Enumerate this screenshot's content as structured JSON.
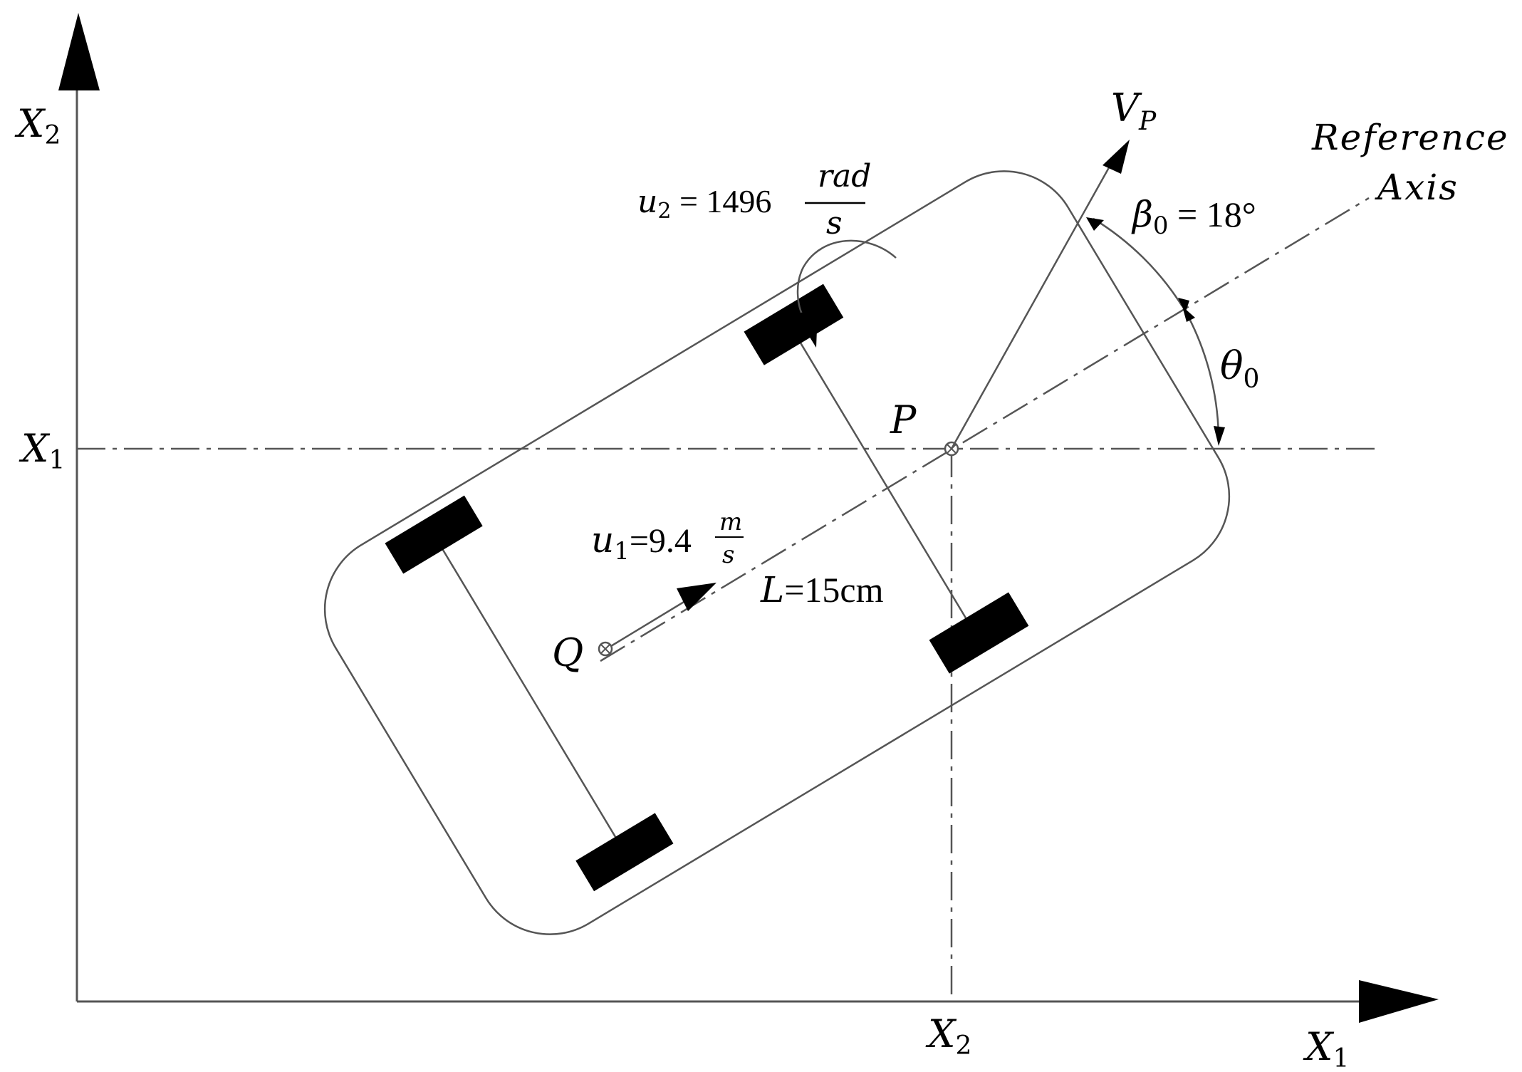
{
  "axes": {
    "vertical_label": {
      "base": "X",
      "sub": "2"
    },
    "horizontal_label": {
      "base": "X",
      "sub": "1"
    },
    "ref_x1_label": {
      "base": "X",
      "sub": "1"
    },
    "ref_x2_label": {
      "base": "X",
      "sub": "2"
    }
  },
  "points": {
    "p_label": "P",
    "q_label": "Q"
  },
  "velocity": {
    "base": "V",
    "sub": "P"
  },
  "reference_axis": {
    "line1": "Reference",
    "line2": "Axis"
  },
  "angles": {
    "beta": {
      "base": "β",
      "sub": "0",
      "rest": " = 18°"
    },
    "theta": {
      "base": "θ",
      "sub": "0"
    }
  },
  "inputs": {
    "u1": {
      "base": "u",
      "sub": "1",
      "eq": "=9.4",
      "frac_num": "m",
      "frac_den": "s"
    },
    "u2": {
      "base": "u",
      "sub": "2",
      "eq": " = 1496",
      "frac_num": "rad",
      "frac_den": "s"
    }
  },
  "length": {
    "var": "L",
    "rest": "=15cm"
  },
  "colors": {
    "line": "#555555",
    "ink": "#000000",
    "background": "#ffffff"
  }
}
